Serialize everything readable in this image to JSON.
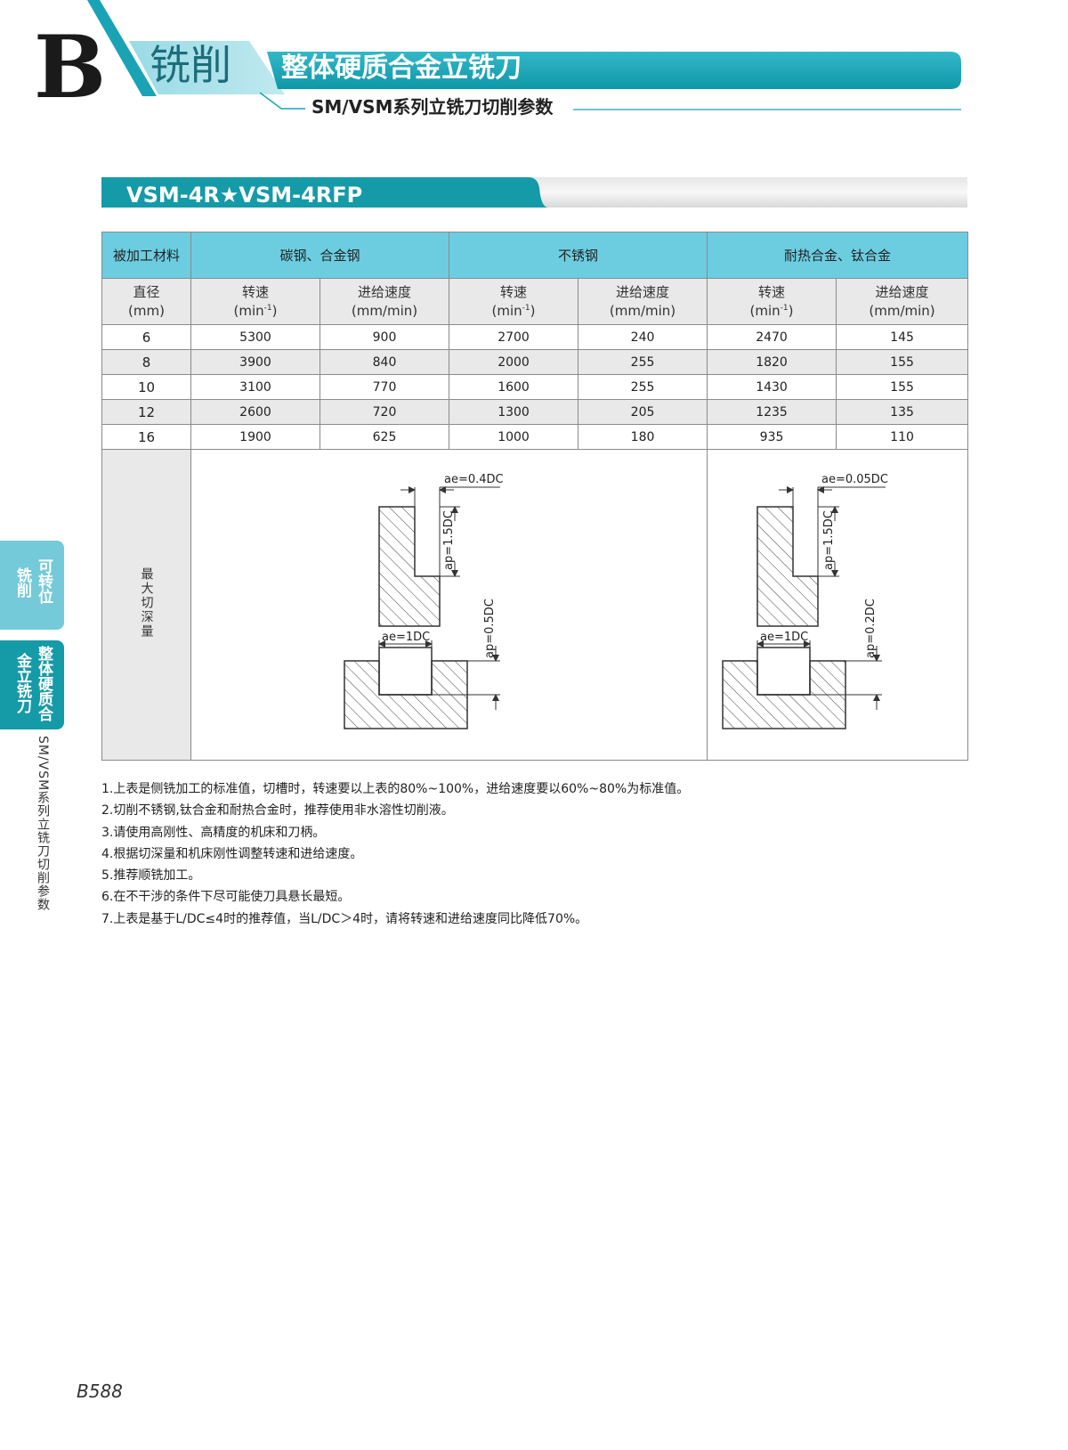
{
  "header": {
    "letter": "B",
    "section": "铣削",
    "title": "整体硬质合金立铣刀",
    "subtitle": "SM/VSM系列立铣刀切削参数",
    "colors": {
      "teal": "#1aa3b5",
      "light_teal": "#8fd6e2",
      "dark": "#1a1a1a"
    }
  },
  "series_title": "VSM-4R★VSM-4RFP",
  "table": {
    "material_header": "被加工材料",
    "groups": [
      "碳钢、合金钢",
      "不锈钢",
      "耐热合金、钛合金"
    ],
    "diameter_header": {
      "line1": "直径",
      "line2": "(mm)"
    },
    "speed_header": {
      "line1": "转速",
      "unit_prefix": "(min",
      "unit_sup": "-1",
      "unit_suffix": ")"
    },
    "feed_header": {
      "line1": "进给速度",
      "line2": "(mm/min)"
    },
    "rows": [
      {
        "dia": "6",
        "v": [
          "5300",
          "900",
          "2700",
          "240",
          "2470",
          "145"
        ]
      },
      {
        "dia": "8",
        "v": [
          "3900",
          "840",
          "2000",
          "255",
          "1820",
          "155"
        ]
      },
      {
        "dia": "10",
        "v": [
          "3100",
          "770",
          "1600",
          "255",
          "1430",
          "155"
        ]
      },
      {
        "dia": "12",
        "v": [
          "2600",
          "720",
          "1300",
          "205",
          "1235",
          "135"
        ]
      },
      {
        "dia": "16",
        "v": [
          "1900",
          "625",
          "1000",
          "180",
          "935",
          "110"
        ]
      }
    ],
    "depth_label": "最大切深量"
  },
  "diagram_left": {
    "ae_side": "ae=0.4DC",
    "ap_side": "ap=1.5DC",
    "ae_slot": "ae=1DC",
    "ap_slot": "ap=0.5DC"
  },
  "diagram_right": {
    "ae_side": "ae=0.05DC",
    "ap_side": "ap=1.5DC",
    "ae_slot": "ae=1DC",
    "ap_slot": "ap=0.2DC"
  },
  "notes": [
    "1.上表是侧铣加工的标准值，切槽时，转速要以上表的80%~100%，进给速度要以60%~80%为标准值。",
    "2.切削不锈钢,钛合金和耐热合金时，推荐使用非水溶性切削液。",
    "3.请使用高刚性、高精度的机床和刀柄。",
    "4.根据切深量和机床刚性调整转速和进给速度。",
    "5.推荐顺铣加工。",
    "6.在不干涉的条件下尽可能使刀具悬长最短。",
    "7.上表是基于L/DC≤4时的推荐值，当L/DC＞4时，请将转速和进给速度同比降低70%。"
  ],
  "side_tabs": {
    "tab1": {
      "col1": "可转位",
      "col2": "铣削"
    },
    "tab2": {
      "col1": "整体硬质合",
      "col2": "金立铣刀"
    },
    "vertical_label": "SM/VSM系列立铣刀切削参数"
  },
  "page_number": "B588"
}
